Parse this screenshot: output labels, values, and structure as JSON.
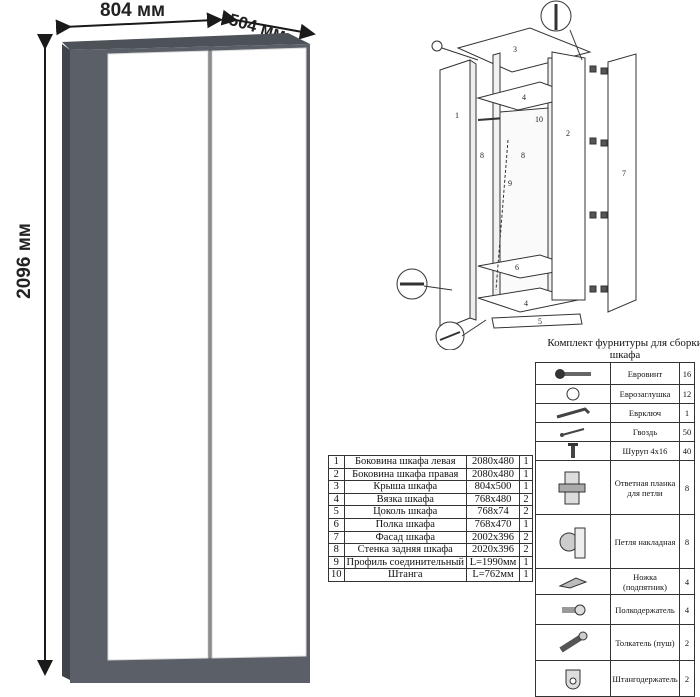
{
  "dimensions": {
    "width": "804 мм",
    "depth": "504 мм",
    "height": "2096 мм"
  },
  "diagram_labels": [
    "1",
    "2",
    "3",
    "4",
    "4",
    "5",
    "6",
    "7",
    "8",
    "8",
    "9",
    "10"
  ],
  "parts": [
    {
      "num": "1",
      "name": "Боковина шкафа левая",
      "size": "2080х480",
      "qty": "1"
    },
    {
      "num": "2",
      "name": "Боковина шкафа правая",
      "size": "2080х480",
      "qty": "1"
    },
    {
      "num": "3",
      "name": "Крыша шкафа",
      "size": "804х500",
      "qty": "1"
    },
    {
      "num": "4",
      "name": "Вязка шкафа",
      "size": "768х480",
      "qty": "2"
    },
    {
      "num": "5",
      "name": "Цоколь шкафа",
      "size": "768х74",
      "qty": "2"
    },
    {
      "num": "6",
      "name": "Полка шкафа",
      "size": "768х470",
      "qty": "1"
    },
    {
      "num": "7",
      "name": "Фасад шкафа",
      "size": "2002х396",
      "qty": "2"
    },
    {
      "num": "8",
      "name": "Стенка задняя шкафа",
      "size": "2020х396",
      "qty": "2"
    },
    {
      "num": "9",
      "name": "Профиль соединительный",
      "size": "L=1990мм",
      "qty": "1"
    },
    {
      "num": "10",
      "name": "Штанга",
      "size": "L=762мм",
      "qty": "1"
    }
  ],
  "hardware_title": "Комплект фурнитуры для сборки шкафа",
  "hardware": [
    {
      "name": "Евровинт",
      "qty": "16",
      "icon": "eurovint-icon"
    },
    {
      "name": "Еврозаглушка",
      "qty": "12",
      "icon": "cap-icon"
    },
    {
      "name": "Еврключ",
      "qty": "1",
      "icon": "hex-key-icon"
    },
    {
      "name": "Гвоздь",
      "qty": "50",
      "icon": "nail-icon"
    },
    {
      "name": "Шуруп 4х16",
      "qty": "40",
      "icon": "screw-icon"
    },
    {
      "name": "Ответная планка для петли",
      "qty": "8",
      "icon": "hinge-plate-icon"
    },
    {
      "name": "Петля накладная",
      "qty": "8",
      "icon": "hinge-icon"
    },
    {
      "name": "Ножка (подпятник)",
      "qty": "4",
      "icon": "foot-icon"
    },
    {
      "name": "Полкодержатель",
      "qty": "4",
      "icon": "shelf-support-icon"
    },
    {
      "name": "Толкатель (пуш)",
      "qty": "2",
      "icon": "push-latch-icon"
    },
    {
      "name": "Штангодержатель",
      "qty": "2",
      "icon": "rod-holder-icon"
    }
  ],
  "colors": {
    "body": "#5b6068",
    "top": "#4a4f57",
    "door": "#ffffff",
    "line": "#333333"
  }
}
